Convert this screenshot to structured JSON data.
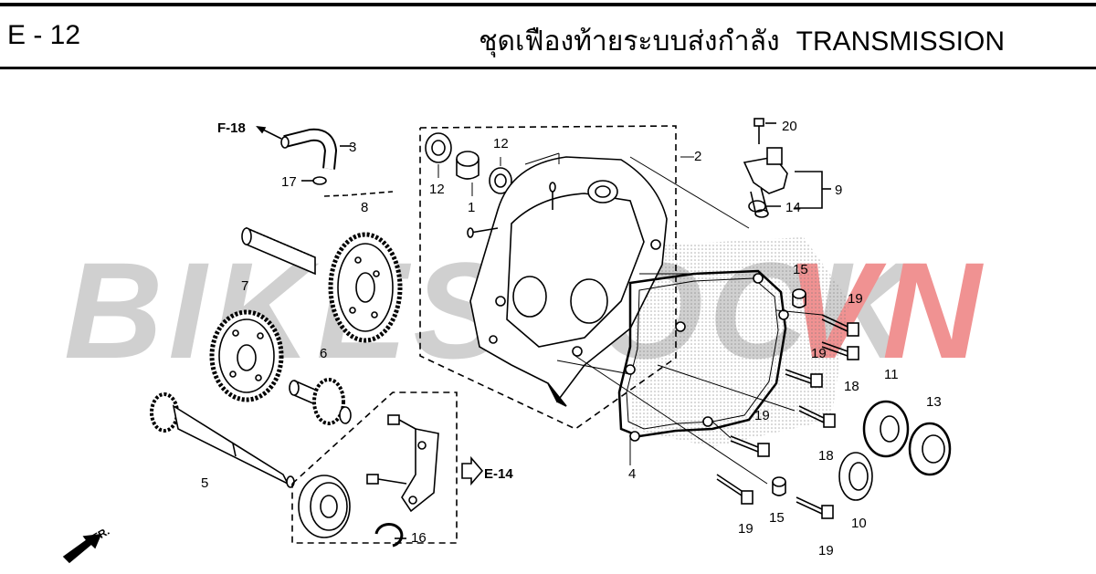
{
  "header": {
    "page_number": "E - 12",
    "title_thai": "ชุดเฟืองท้ายระบบส่งกำลัง",
    "title_en": "TRANSMISSION"
  },
  "watermark": {
    "text_gray": "BIKESTOCK",
    "text_red": "VN"
  },
  "references": {
    "f18": "F-18",
    "e14": "E-14",
    "front": "FR."
  },
  "callouts": {
    "c1": "1",
    "c2": "2",
    "c3": "3",
    "c4": "4",
    "c5": "5",
    "c6": "6",
    "c7": "7",
    "c8": "8",
    "c9": "9",
    "c10": "10",
    "c11": "11",
    "c12a": "12",
    "c12b": "12",
    "c13": "13",
    "c14": "14",
    "c15a": "15",
    "c15b": "15",
    "c16": "16",
    "c17": "17",
    "c18a": "18",
    "c18b": "18",
    "c19a": "19",
    "c19b": "19",
    "c19c": "19",
    "c19d": "19",
    "c19e": "19",
    "c20": "20"
  },
  "colors": {
    "line": "#000000",
    "watermark_gray": "#c8c8c8",
    "watermark_red": "#ee7f7f"
  }
}
